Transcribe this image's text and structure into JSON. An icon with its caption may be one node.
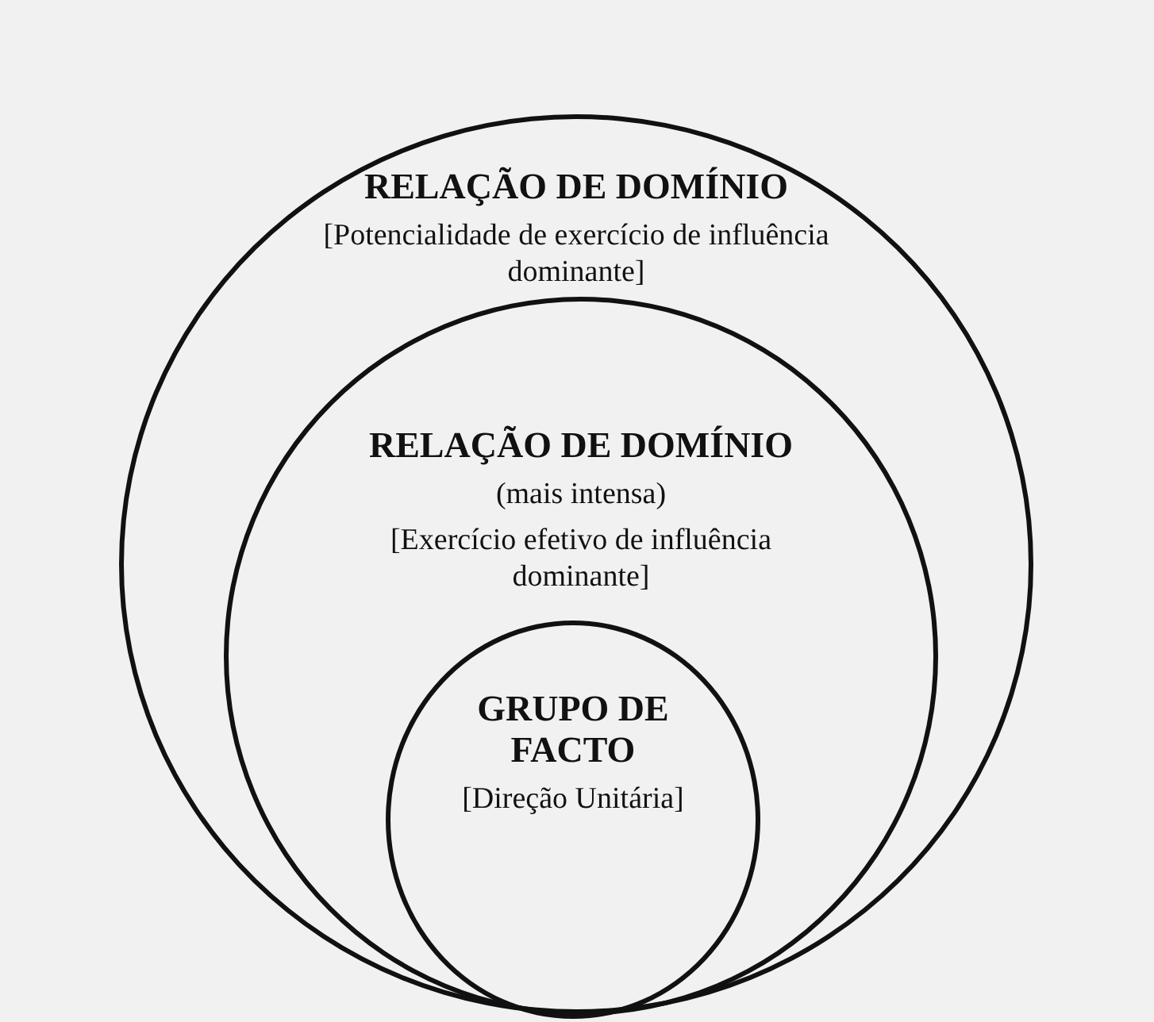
{
  "diagram": {
    "nodes": [
      {
        "text": [
          "RELAÇÃO DE DOMÍNIO",
          "[Potencialidade de exercício de influência dominante]"
        ]
      },
      {
        "text": [
          "RELAÇÃO DE DOMÍNIO",
          "(mais intensa)",
          "[Exercício efetivo de influência dominante]"
        ],
        "in": 0
      },
      {
        "text": [
          "GRUPO DE FACTO",
          "[Direção Unitária]"
        ],
        "in": 1
      }
    ]
  }
}
